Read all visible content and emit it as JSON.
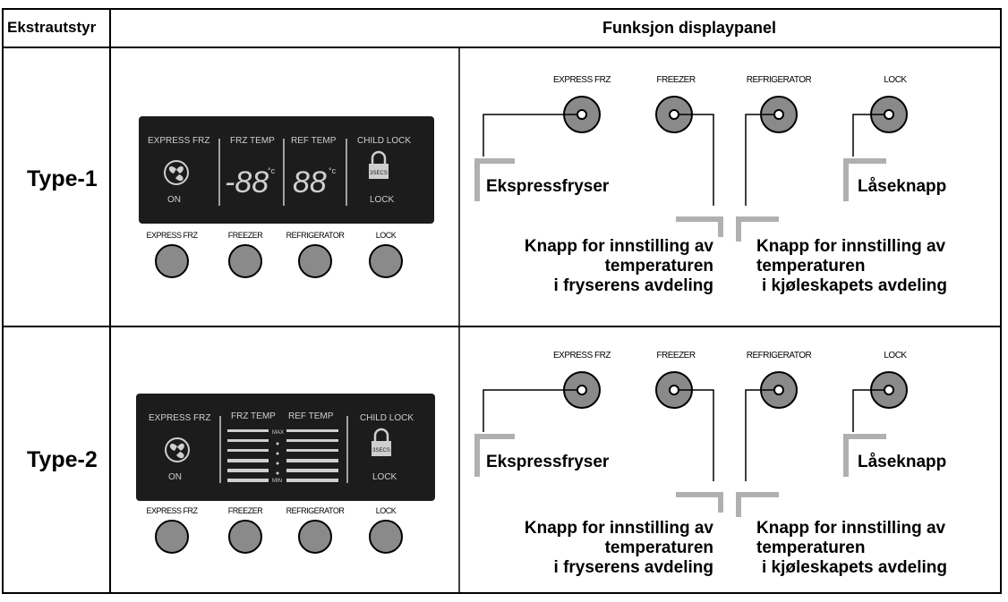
{
  "header": {
    "col1": "Ekstrautstyr",
    "col2": "Funksjon displaypanel"
  },
  "rows": [
    {
      "type_label": "Type-1",
      "lcd": {
        "express_frz": "EXPRESS FRZ",
        "on": "ON",
        "frz_temp": "FRZ TEMP",
        "ref_temp": "REF TEMP",
        "frz_value": "-88",
        "ref_value": "88",
        "deg": "°c",
        "child_lock": "CHILD LOCK",
        "secs": "3SECS",
        "lock": "LOCK"
      },
      "buttons": [
        "EXPRESS FRZ",
        "FREEZER",
        "REFRIGERATOR",
        "LOCK"
      ],
      "diagram": {
        "buttons": [
          "EXPRESS FRZ",
          "FREEZER",
          "REFRIGERATOR",
          "LOCK"
        ],
        "express": "Ekspressfryser",
        "lock": "Låseknapp",
        "freezer_lines": [
          "Knapp for innstilling av",
          "temperaturen",
          "i fryserens avdeling"
        ],
        "fridge_lines": [
          "Knapp for innstilling av",
          "temperaturen",
          "i kjøleskapets avdeling"
        ]
      }
    },
    {
      "type_label": "Type-2",
      "lcd": {
        "express_frz": "EXPRESS FRZ",
        "on": "ON",
        "frz_temp": "FRZ TEMP",
        "ref_temp": "REF TEMP",
        "max": "MAX",
        "min": "MIN",
        "child_lock": "CHILD LOCK",
        "secs": "3SECS",
        "lock": "LOCK"
      },
      "buttons": [
        "EXPRESS FRZ",
        "FREEZER",
        "REFRIGERATOR",
        "LOCK"
      ],
      "diagram": {
        "buttons": [
          "EXPRESS FRZ",
          "FREEZER",
          "REFRIGERATOR",
          "LOCK"
        ],
        "express": "Ekspressfryser",
        "lock": "Låseknapp",
        "freezer_lines": [
          "Knapp for innstilling av",
          "temperaturen",
          "i fryserens avdeling"
        ],
        "fridge_lines": [
          "Knapp for innstilling av",
          "temperaturen",
          "i kjøleskapets avdeling"
        ]
      }
    }
  ]
}
